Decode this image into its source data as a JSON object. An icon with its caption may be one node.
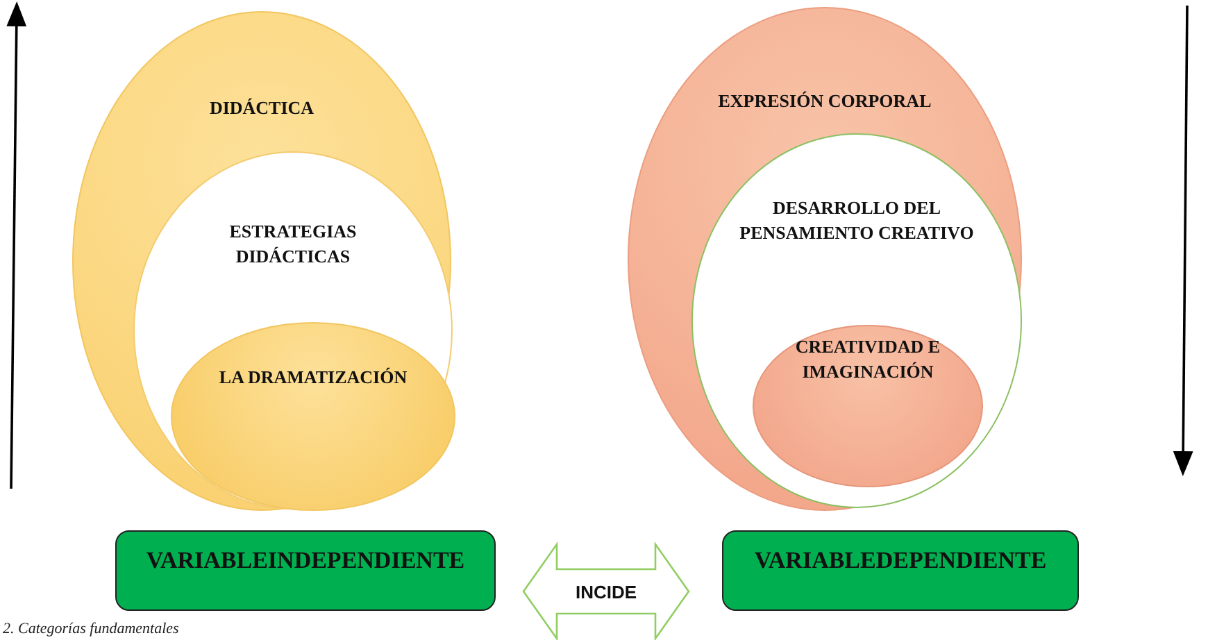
{
  "diagram": {
    "caption": "2. Categorías fundamentales",
    "nodes": [
      {
        "text": [
          "DIDÁCTICA"
        ]
      },
      {
        "text": [
          "ESTRATEGIAS DIDÁCTICAS"
        ],
        "in": 0
      },
      {
        "text": [
          "LA DRAMATIZACIÓN"
        ],
        "in": 1
      },
      {
        "text": [
          "EXPRESIÓN CORPORAL"
        ]
      },
      {
        "text": [
          "DESARROLLO DEL PENSAMIENTO CREATIVO"
        ],
        "in": 3
      },
      {
        "text": [
          "CREATIVIDAD E IMAGINACIÓN"
        ],
        "in": 4
      },
      {
        "text": [
          "VARIABLEINDEPENDIENTE"
        ]
      },
      {
        "text": [
          "VARIABLEDEPENDIENTE"
        ]
      }
    ],
    "edges": [
      {
        "from": 6,
        "to": 7,
        "arrow": "both",
        "label": "INCIDE"
      }
    ]
  }
}
